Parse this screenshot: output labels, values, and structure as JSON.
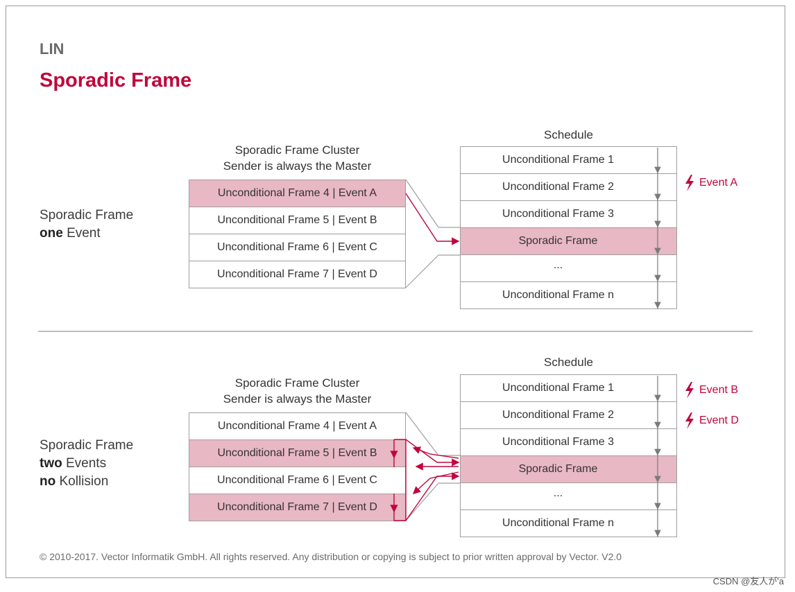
{
  "header": {
    "section": "LIN",
    "title": "Sporadic Frame"
  },
  "diagrams": [
    {
      "label_line1": "Sporadic Frame",
      "label_bold2": "one",
      "label_rest2": "Event",
      "cluster_caption1": "Sporadic Frame Cluster",
      "cluster_caption2": "Sender is always the Master",
      "cluster": [
        "Unconditional Frame 4 | Event A",
        "Unconditional Frame 5 | Event B",
        "Unconditional Frame 6 | Event C",
        "Unconditional Frame 7 | Event D"
      ],
      "schedule_caption": "Schedule",
      "schedule": [
        "Unconditional Frame 1",
        "Unconditional Frame 2",
        "Unconditional Frame 3",
        "Sporadic Frame",
        "...",
        "Unconditional Frame n"
      ],
      "events": [
        "Event A"
      ]
    },
    {
      "label_line1": "Sporadic Frame",
      "label_bold2": "two",
      "label_rest2": "Events",
      "label_bold3": "no",
      "label_rest3": "Kollision",
      "cluster_caption1": "Sporadic Frame Cluster",
      "cluster_caption2": "Sender is always the Master",
      "cluster": [
        "Unconditional Frame 4 | Event A",
        "Unconditional Frame 5 | Event B",
        "Unconditional Frame 6 | Event C",
        "Unconditional Frame 7 | Event D"
      ],
      "schedule_caption": "Schedule",
      "schedule": [
        "Unconditional Frame 1",
        "Unconditional Frame 2",
        "Unconditional Frame 3",
        "Sporadic Frame",
        "...",
        "Unconditional Frame n"
      ],
      "events": [
        "Event B",
        "Event D"
      ]
    }
  ],
  "footer": "© 2010-2017. Vector Informatik GmbH. All rights reserved. Any distribution or copying is subject to prior written approval by Vector. V2.0",
  "watermark": "CSDN @友人が'a",
  "colors": {
    "accent": "#c0063c",
    "highlight": "#e8b8c4",
    "border": "#9e9e9e"
  }
}
